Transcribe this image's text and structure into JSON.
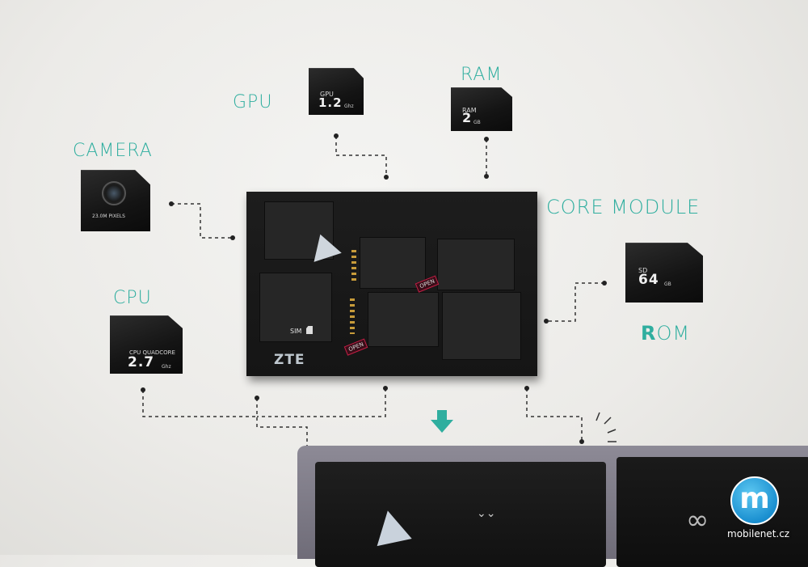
{
  "labels": {
    "gpu": "GPU",
    "ram": "RAM",
    "camera": "CAMERA",
    "core_module": "CORE MODULE",
    "cpu": "CPU",
    "rom_first": "R",
    "rom_rest": "OM"
  },
  "chips": {
    "gpu": {
      "small": "GPU",
      "big": "1.2",
      "unit": "Ghz"
    },
    "ram": {
      "small": "RAM",
      "big": "2",
      "unit": "GB"
    },
    "camera": {
      "small": "23.0M PIXELS"
    },
    "rom": {
      "small": "SD",
      "big": "64",
      "unit": "GB"
    },
    "cpu": {
      "small": "CPU QUADCORE",
      "big": "2.7",
      "unit": "Ghz"
    }
  },
  "core": {
    "sim": "SIM",
    "open_1": "OPEN",
    "open_2": "OPEN",
    "brand": "ZTE"
  },
  "watermark": {
    "letter": "m",
    "text": "mobilenet.cz"
  },
  "colors": {
    "accent": "#2fae9f",
    "chip": "#141414",
    "tray": "#7d7a86",
    "logo": "#1a8fd0"
  }
}
